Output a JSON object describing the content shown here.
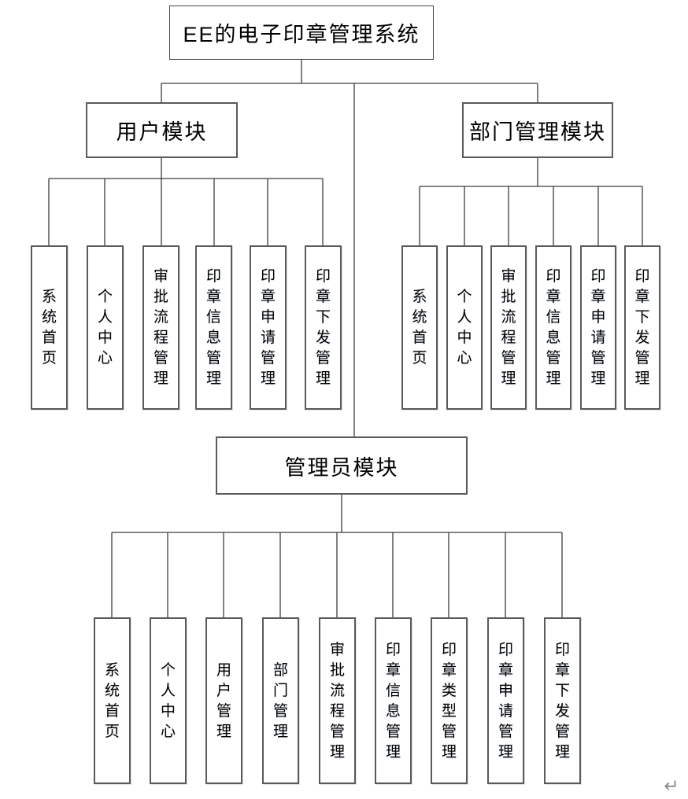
{
  "root_label": "EE的电子印章管理系统",
  "modules": {
    "user": {
      "label": "用户模块",
      "children": [
        "系统首页",
        "个人中心",
        "审批流程管理",
        "印章信息管理",
        "印章申请管理",
        "印章下发管理"
      ]
    },
    "dept": {
      "label": "部门管理模块",
      "children": [
        "系统首页",
        "个人中心",
        "审批流程管理",
        "印章信息管理",
        "印章申请管理",
        "印章下发管理"
      ]
    },
    "admin": {
      "label": "管理员模块",
      "children": [
        "系统首页",
        "个人中心",
        "用户管理",
        "部门管理",
        "审批流程管理",
        "印章信息管理",
        "印章类型管理",
        "印章申请管理",
        "印章下发管理"
      ]
    }
  },
  "trailing_mark": "↵",
  "colors": {
    "box_border": "#5a5a5a",
    "connector_line": "#3d3d3d",
    "text": "#000000",
    "background": "#ffffff",
    "return_mark": "#8a8a8a"
  }
}
